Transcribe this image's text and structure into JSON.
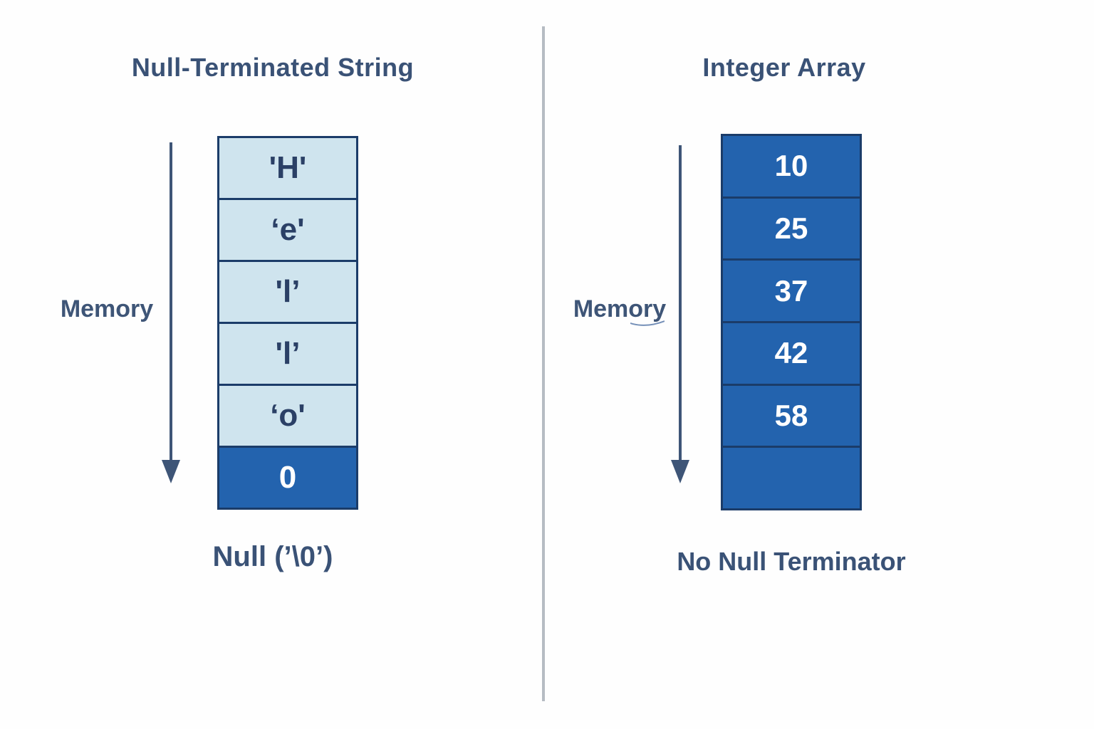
{
  "left": {
    "title": "Null-Terminated String",
    "memory_label": "Memory",
    "cells": [
      {
        "text": "'H'"
      },
      {
        "text": "‘e'"
      },
      {
        "text": "'l’"
      },
      {
        "text": "'l’"
      },
      {
        "text": "‘o'"
      },
      {
        "text": "0"
      }
    ],
    "caption": "Null (’\\0’)"
  },
  "right": {
    "title": "Integer Array",
    "memory_label": "Memory",
    "cells": [
      {
        "text": "10"
      },
      {
        "text": "25"
      },
      {
        "text": "37"
      },
      {
        "text": "42"
      },
      {
        "text": "58"
      },
      {
        "text": ""
      }
    ],
    "caption": "No Null Terminator"
  },
  "colors": {
    "title_text": "#3a5276",
    "light_cell_fill": "#cfe4ee",
    "dark_cell_fill": "#2363ae",
    "cell_border": "#1b3c69",
    "arrow": "#3e5577",
    "divider": "#b6bcc3",
    "dark_cell_text": "#ffffff",
    "light_cell_text": "#2b4066"
  }
}
